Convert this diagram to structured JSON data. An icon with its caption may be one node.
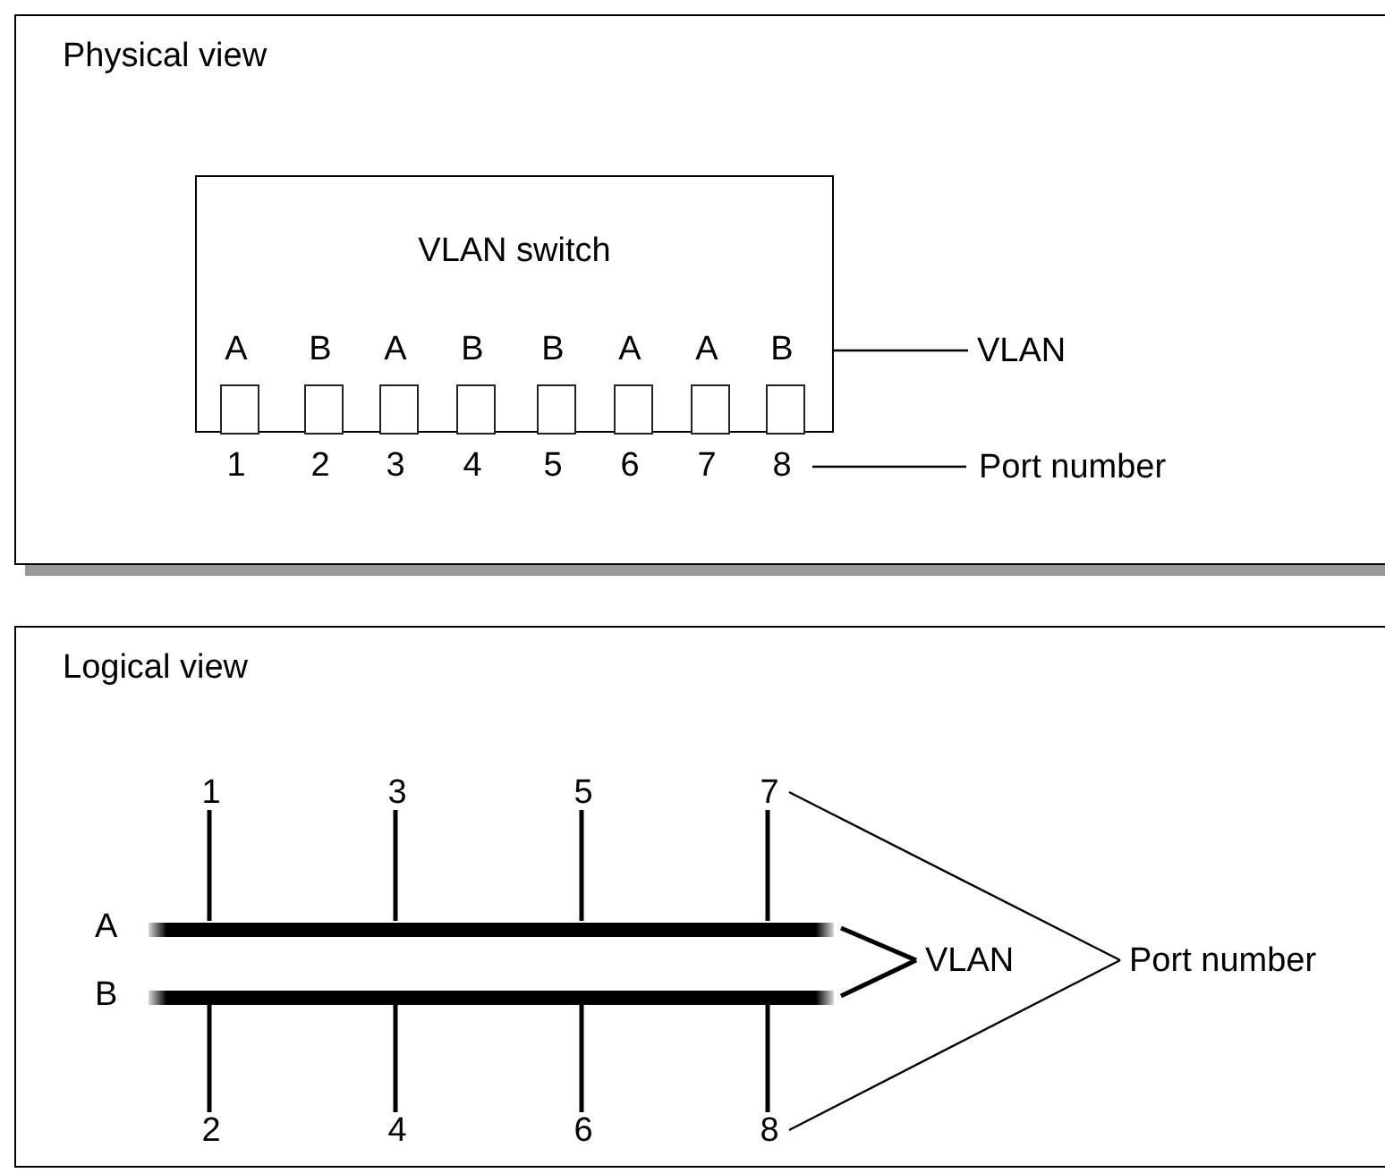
{
  "diagram": {
    "nodes": [
      {
        "text": [
          "Physical view"
        ]
      },
      {
        "text": [
          "VLAN switch"
        ],
        "in": 0
      },
      {
        "text": [],
        "shape": "box",
        "in": 1
      },
      {
        "text": [],
        "shape": "box",
        "in": 1
      },
      {
        "text": [],
        "shape": "box",
        "in": 1
      },
      {
        "text": [],
        "shape": "box",
        "in": 1
      },
      {
        "text": [],
        "shape": "box",
        "in": 1
      },
      {
        "text": [],
        "shape": "box",
        "in": 1
      },
      {
        "text": [],
        "shape": "box",
        "in": 1
      },
      {
        "text": [],
        "shape": "box",
        "in": 1
      },
      {
        "text": [
          "VLAN"
        ],
        "in": 0
      },
      {
        "text": [
          "Port number"
        ],
        "in": 0
      },
      {
        "text": [
          "Logical view"
        ]
      },
      {
        "text": [],
        "shape": "bar",
        "beside": [
          "A"
        ],
        "in": 12
      },
      {
        "text": [],
        "shape": "bar",
        "beside": [
          "B"
        ],
        "in": 12
      },
      {
        "text": [
          "1"
        ],
        "in": 12
      },
      {
        "text": [
          "3"
        ],
        "in": 12
      },
      {
        "text": [
          "5"
        ],
        "in": 12
      },
      {
        "text": [
          "7"
        ],
        "in": 12
      },
      {
        "text": [
          "2"
        ],
        "in": 12
      },
      {
        "text": [
          "4"
        ],
        "in": 12
      },
      {
        "text": [
          "6"
        ],
        "in": 12
      },
      {
        "text": [
          "8"
        ],
        "in": 12
      },
      {
        "text": [
          "VLAN"
        ],
        "in": 12
      },
      {
        "text": [
          "Port number"
        ],
        "in": 12
      }
    ],
    "edges": [
      {
        "from": 10,
        "to": 1,
        "arrow": "none"
      },
      {
        "from": 11,
        "to": null,
        "arrow": "none"
      },
      {
        "from": 15,
        "to": 13,
        "arrow": "none"
      },
      {
        "from": 16,
        "to": 13,
        "arrow": "none"
      },
      {
        "from": 17,
        "to": 13,
        "arrow": "none"
      },
      {
        "from": 18,
        "to": 13,
        "arrow": "none"
      },
      {
        "from": 19,
        "to": 14,
        "arrow": "none"
      },
      {
        "from": 20,
        "to": 14,
        "arrow": "none"
      },
      {
        "from": 21,
        "to": 14,
        "arrow": "none"
      },
      {
        "from": 22,
        "to": 14,
        "arrow": "none"
      },
      {
        "from": 23,
        "to": 13,
        "arrow": "none"
      },
      {
        "from": 23,
        "to": 14,
        "arrow": "none"
      },
      {
        "from": 24,
        "to": 18,
        "arrow": "none"
      },
      {
        "from": 24,
        "to": 22,
        "arrow": "none"
      }
    ],
    "labels": [
      "A",
      "B",
      "A",
      "B",
      "B",
      "A",
      "A",
      "B",
      "1",
      "2",
      "3",
      "4",
      "5",
      "6",
      "7",
      "8"
    ]
  }
}
